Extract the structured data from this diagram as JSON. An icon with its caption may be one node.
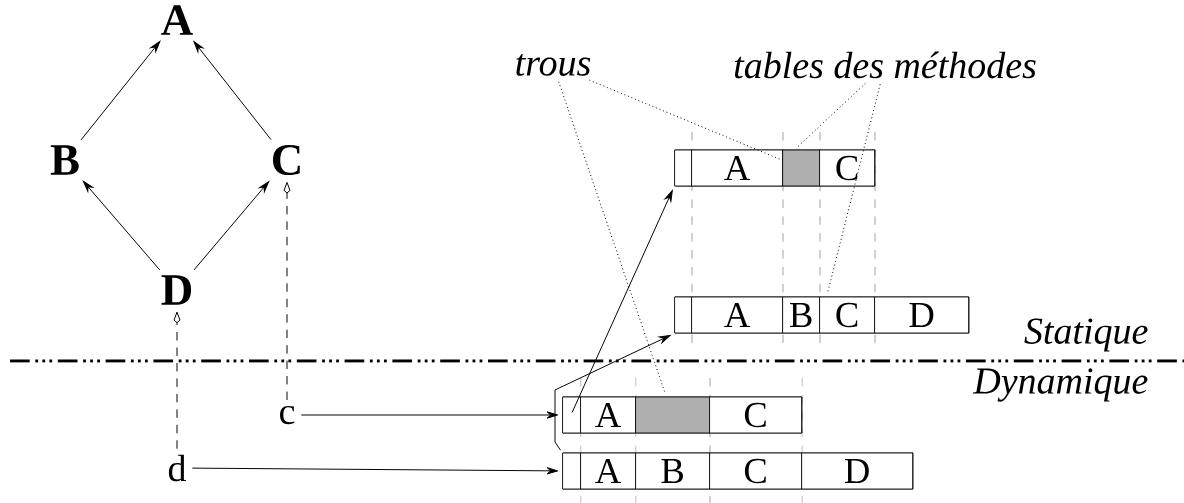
{
  "diagram": {
    "nodes": [
      {
        "text": [
          "A"
        ]
      },
      {
        "text": [
          "B"
        ]
      },
      {
        "text": [
          "C"
        ]
      },
      {
        "text": [
          "D"
        ]
      },
      {
        "text": [
          "c"
        ]
      },
      {
        "text": [
          "d"
        ]
      },
      {
        "text": [
          "trous"
        ]
      },
      {
        "text": [
          "tables des méthodes"
        ]
      },
      {
        "text": [],
        "shape": "box"
      },
      {
        "text": [],
        "shape": "box",
        "in": 8
      },
      {
        "text": [
          "A"
        ],
        "in": 8
      },
      {
        "text": [],
        "shape": "box",
        "in": 8
      },
      {
        "text": [
          "C"
        ],
        "in": 8
      },
      {
        "text": [],
        "shape": "box"
      },
      {
        "text": [],
        "shape": "box",
        "in": 13
      },
      {
        "text": [
          "A"
        ],
        "in": 13
      },
      {
        "text": [
          "B"
        ],
        "in": 13
      },
      {
        "text": [
          "C"
        ],
        "in": 13
      },
      {
        "text": [
          "D"
        ],
        "in": 13
      },
      {
        "text": [],
        "shape": "box"
      },
      {
        "text": [],
        "shape": "box",
        "in": 19
      },
      {
        "text": [
          "A"
        ],
        "in": 19
      },
      {
        "text": [],
        "shape": "box",
        "in": 19
      },
      {
        "text": [
          "C"
        ],
        "in": 19
      },
      {
        "text": [],
        "shape": "box"
      },
      {
        "text": [],
        "shape": "box",
        "in": 24
      },
      {
        "text": [
          "A"
        ],
        "in": 24
      },
      {
        "text": [
          "B"
        ],
        "in": 24
      },
      {
        "text": [
          "C"
        ],
        "in": 24
      },
      {
        "text": [
          "D"
        ],
        "in": 24
      }
    ],
    "edges": [
      {
        "from": 1,
        "to": 0,
        "arrow": "to"
      },
      {
        "from": 2,
        "to": 0,
        "arrow": "to"
      },
      {
        "from": 3,
        "to": 1,
        "arrow": "to"
      },
      {
        "from": 3,
        "to": 2,
        "arrow": "to"
      },
      {
        "from": 4,
        "to": 2,
        "arrow": "to",
        "style": "dashed"
      },
      {
        "from": 5,
        "to": 3,
        "arrow": "to",
        "style": "dashed"
      },
      {
        "from": 4,
        "to": 20,
        "arrow": "to"
      },
      {
        "from": 5,
        "to": 25,
        "arrow": "to"
      },
      {
        "from": 20,
        "to": 9,
        "arrow": "to"
      },
      {
        "from": 25,
        "to": 14,
        "arrow": "to"
      },
      {
        "from": 6,
        "to": 11,
        "arrow": "none",
        "style": "dashed"
      },
      {
        "from": 6,
        "to": 22,
        "arrow": "none",
        "style": "dashed"
      },
      {
        "from": 7,
        "to": 8,
        "arrow": "none",
        "style": "dashed"
      },
      {
        "from": 7,
        "to": 13,
        "arrow": "none",
        "style": "dashed"
      }
    ],
    "labels": [
      "Statique",
      "Dynamique"
    ]
  }
}
